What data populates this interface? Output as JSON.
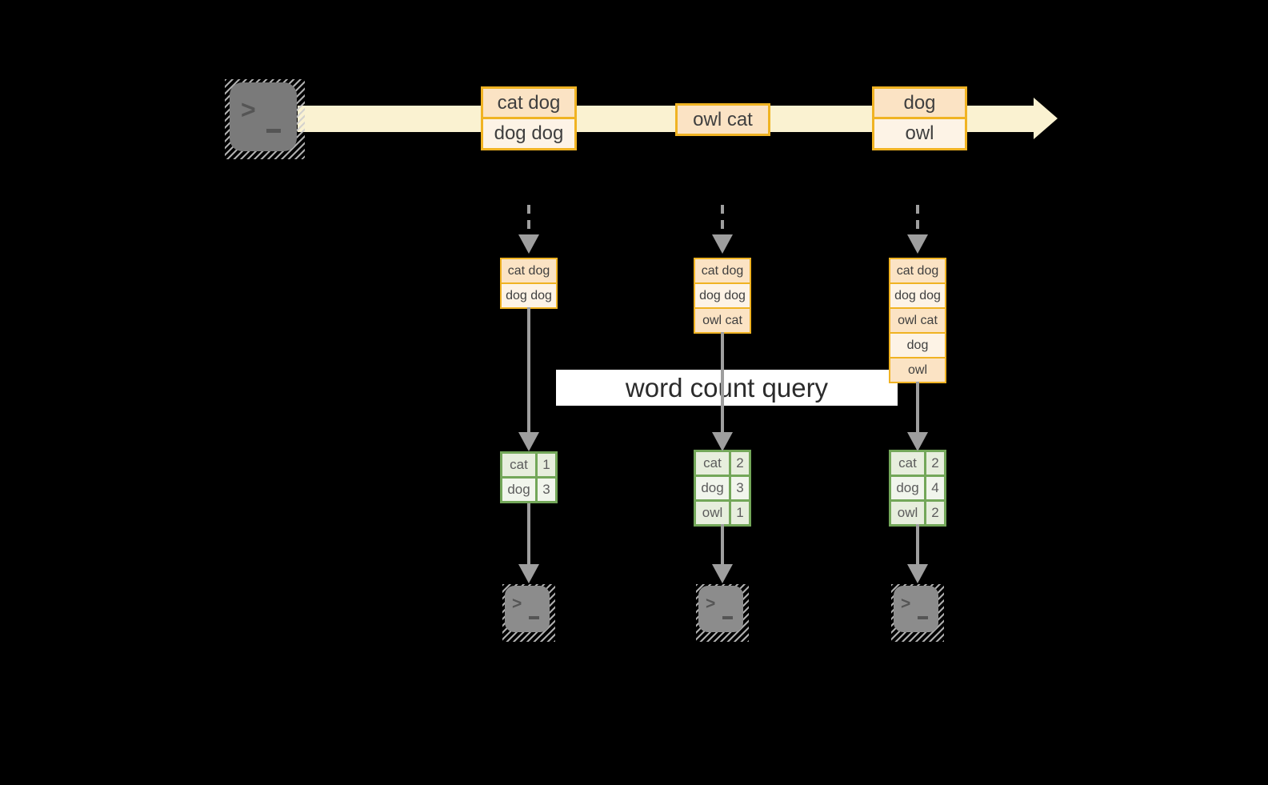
{
  "label": {
    "text": "word count query"
  },
  "terminal_glyph": ">",
  "timeline": {
    "events": [
      [
        "cat dog",
        "dog dog"
      ],
      [
        "owl cat"
      ],
      [
        "dog",
        "owl"
      ]
    ]
  },
  "columns": [
    {
      "batch": [
        "cat dog",
        "dog dog"
      ],
      "counts": [
        [
          "cat",
          "1"
        ],
        [
          "dog",
          "3"
        ]
      ]
    },
    {
      "batch": [
        "cat dog",
        "dog dog",
        "owl cat"
      ],
      "counts": [
        [
          "cat",
          "2"
        ],
        [
          "dog",
          "3"
        ],
        [
          "owl",
          "1"
        ]
      ]
    },
    {
      "batch": [
        "cat dog",
        "dog dog",
        "owl cat",
        "dog",
        "owl"
      ],
      "counts": [
        [
          "cat",
          "2"
        ],
        [
          "dog",
          "4"
        ],
        [
          "owl",
          "2"
        ]
      ]
    }
  ],
  "colors": {
    "background": "#000000",
    "timeline": "#faf2d1",
    "box_border": "#f0b323",
    "box_fill_peach": "#fbe3c4",
    "box_fill_cream": "#fdf3e6",
    "arrow_gray": "#9e9e9e",
    "table_border_green": "#73a759",
    "table_fill_a": "#e7eedd",
    "table_fill_b": "#f1f5ec",
    "label_bg": "#ffffff"
  }
}
